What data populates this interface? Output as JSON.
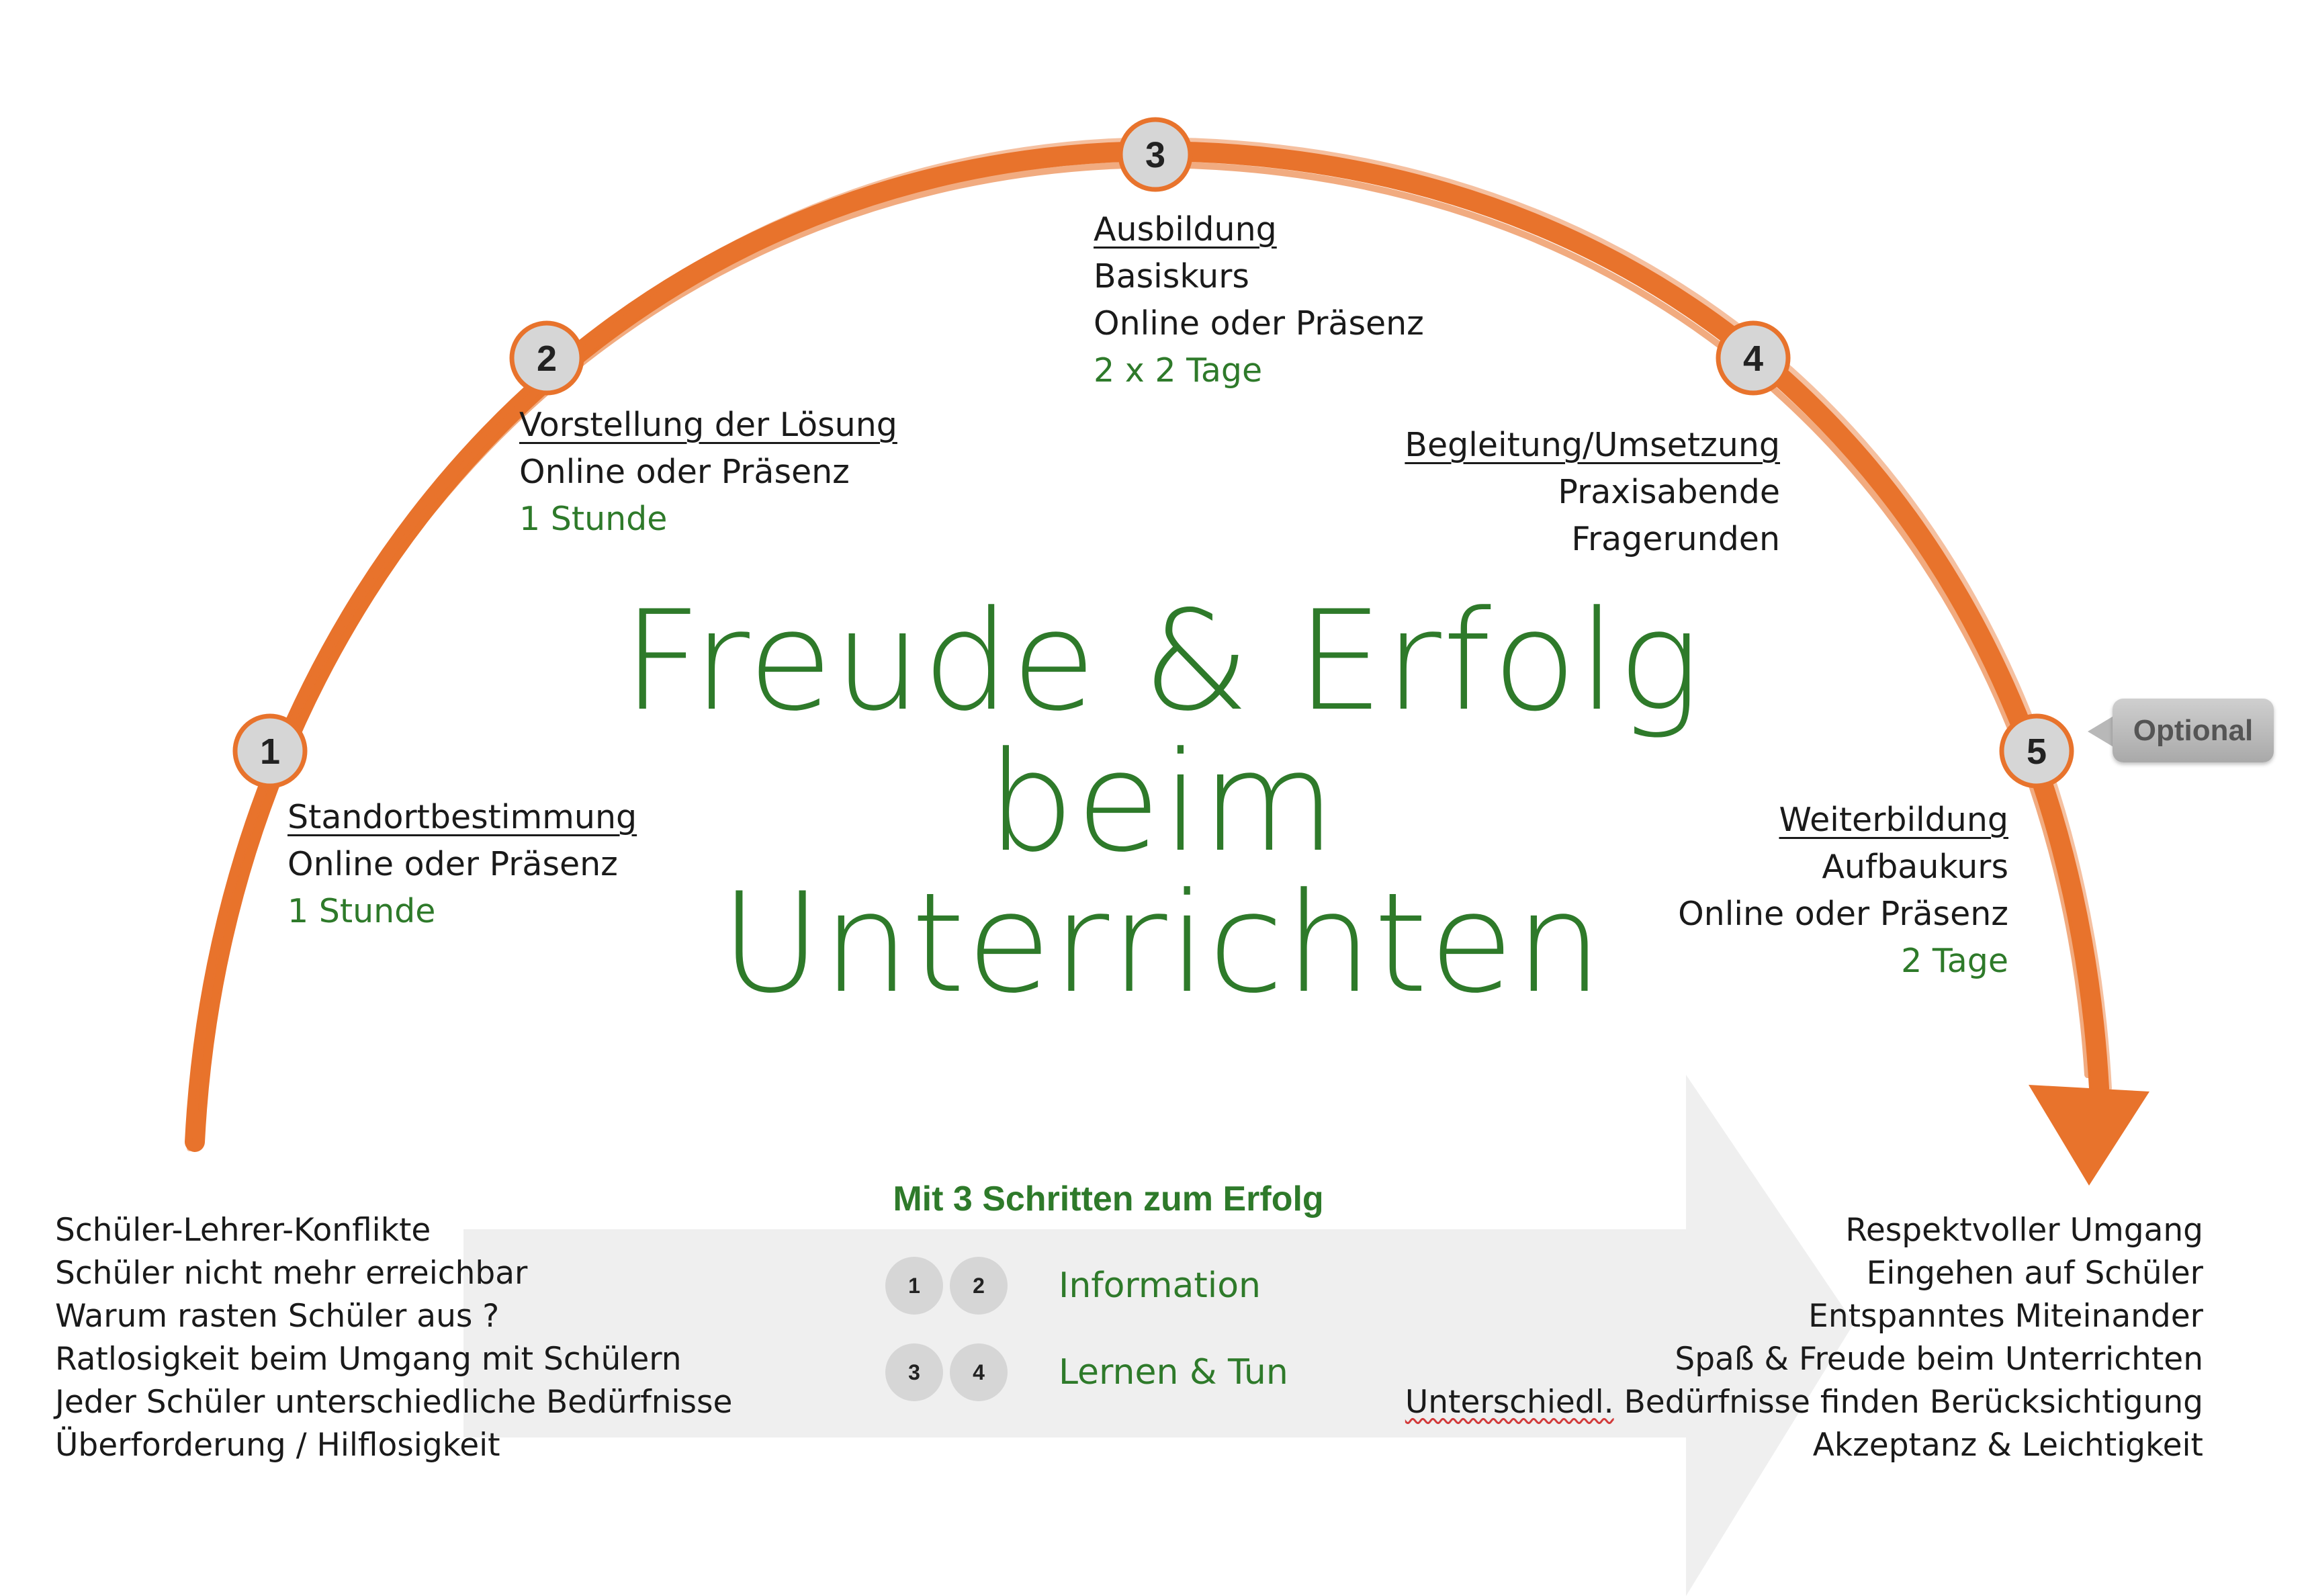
{
  "title_lines": [
    "Freude & Erfolg",
    "beim",
    "Unterrichten"
  ],
  "colors": {
    "arc": "#e8732c",
    "green": "#2e7a2a",
    "circle_fill": "#d6d6d6",
    "arrow_fill": "#efefef"
  },
  "steps": [
    {
      "number": "1",
      "heading": "Standortbestimmung",
      "lines": [
        "Online oder Präsenz"
      ],
      "duration": "1 Stunde"
    },
    {
      "number": "2",
      "heading": "Vorstellung der Lösung",
      "lines": [
        "Online oder Präsenz"
      ],
      "duration": "1 Stunde"
    },
    {
      "number": "3",
      "heading": "Ausbildung",
      "lines": [
        "Basiskurs",
        "Online oder Präsenz"
      ],
      "duration": "2 x 2 Tage"
    },
    {
      "number": "4",
      "heading": "Begleitung/Umsetzung",
      "lines": [
        "Praxisabende",
        "Fragerunden"
      ],
      "duration": ""
    },
    {
      "number": "5",
      "heading": "Weiterbildung",
      "lines": [
        "Aufbaukurs",
        "Online oder Präsenz"
      ],
      "duration": "2 Tage"
    }
  ],
  "optional_label": "Optional",
  "problems": [
    "Schüler-Lehrer-Konflikte",
    "Schüler nicht mehr erreichbar",
    "Warum rasten Schüler aus ?",
    "Ratlosigkeit beim Umgang mit Schülern",
    "Jeder Schüler unterschiedliche Bedürfnisse",
    "Überforderung / Hilflosigkeit"
  ],
  "results": {
    "line1": "Respektvoller Umgang",
    "line2": "Eingehen auf Schüler",
    "line3": "Entspanntes Miteinander",
    "line4": "Spaß & Freude beim Unterrichten",
    "line5_word": "Unterschiedl.",
    "line5_rest": " Bedürfnisse finden Berücksichtigung",
    "line6": "Akzeptanz & Leichtigkeit"
  },
  "three_steps": {
    "title": "Mit 3 Schritten zum Erfolg",
    "rows": [
      {
        "nums": [
          "1",
          "2"
        ],
        "label": "Information"
      },
      {
        "nums": [
          "3",
          "4"
        ],
        "label": "Lernen & Tun"
      }
    ]
  }
}
